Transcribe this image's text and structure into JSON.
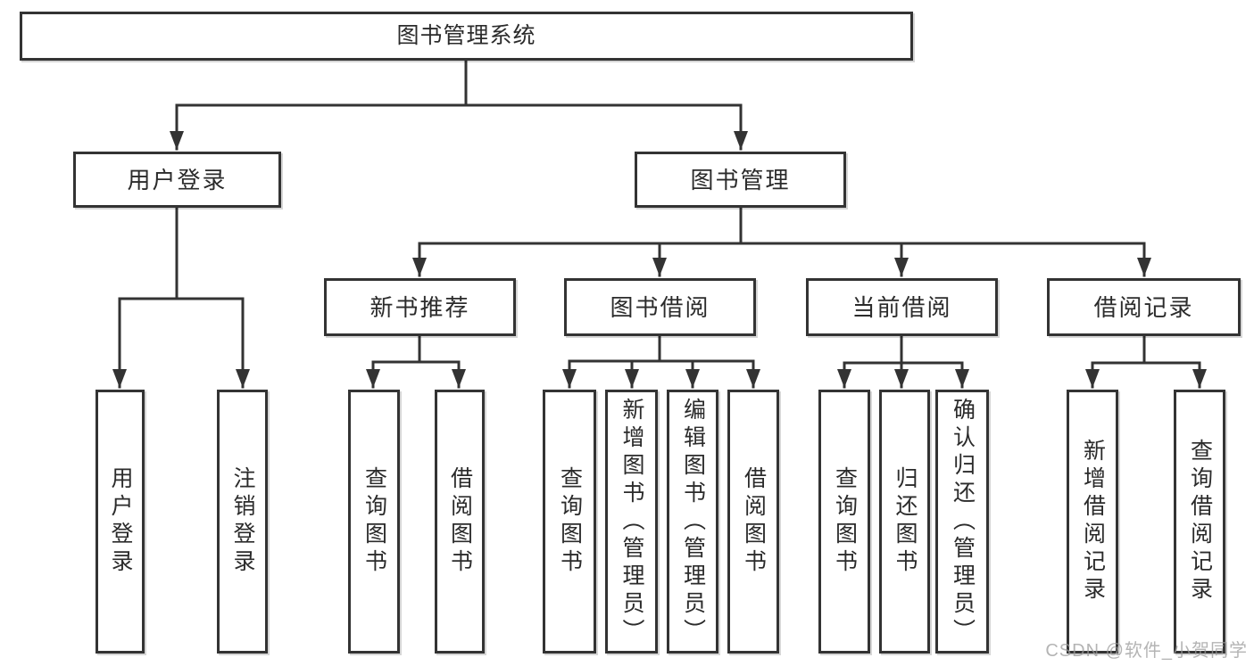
{
  "diagram": {
    "type": "tree",
    "colors": {
      "line": "#333333",
      "box_border": "#333333",
      "box_fill": "#ffffff",
      "watermark": "#9b9b9b"
    },
    "tree": {
      "label": "图书管理系统",
      "children": [
        {
          "label": "用户登录",
          "children": [
            {
              "label": "用户登录"
            },
            {
              "label": "注销登录"
            }
          ]
        },
        {
          "label": "图书管理",
          "children": [
            {
              "label": "新书推荐",
              "children": [
                {
                  "label": "查询图书"
                },
                {
                  "label": "借阅图书"
                }
              ]
            },
            {
              "label": "图书借阅",
              "children": [
                {
                  "label": "查询图书"
                },
                {
                  "label": "新增图书（管理员）"
                },
                {
                  "label": "编辑图书（管理员）"
                },
                {
                  "label": "借阅图书"
                }
              ]
            },
            {
              "label": "当前借阅",
              "children": [
                {
                  "label": "查询图书"
                },
                {
                  "label": "归还图书"
                },
                {
                  "label": "确认归还（管理员）"
                }
              ]
            },
            {
              "label": "借阅记录",
              "children": [
                {
                  "label": "新增借阅记录"
                },
                {
                  "label": "查询借阅记录"
                }
              ]
            }
          ]
        }
      ]
    },
    "watermark": "CSDN @软件_小贺同学"
  }
}
